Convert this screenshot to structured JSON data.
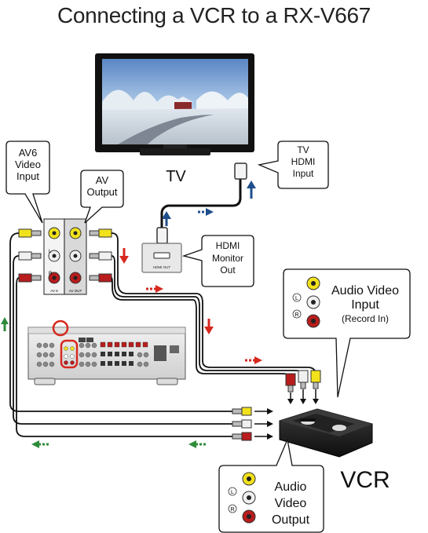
{
  "title": "Connecting a VCR to a RX-V667",
  "tv_label": "TV",
  "vcr_label": "VCR",
  "callouts": {
    "av6_line1": "AV6",
    "av6_line2": "Video",
    "av6_line3": "Input",
    "av_out_line1": "AV",
    "av_out_line2": "Output",
    "tv_hdmi_line1": "TV",
    "tv_hdmi_line2": "HDMI",
    "tv_hdmi_line3": "Input",
    "hdmi_monitor_line1": "HDMI",
    "hdmi_monitor_line2": "Monitor",
    "hdmi_monitor_line3": "Out",
    "vcr_in_line1": "Audio Video",
    "vcr_in_line2": "Input",
    "vcr_in_line3": "(Record In)",
    "vcr_out_line1": "Audio Video",
    "vcr_out_line2": "Output"
  },
  "jack_labels": {
    "left": "L",
    "right": "R",
    "hdmi_out": "HDMI OUT",
    "av_in_panel": "AV 6",
    "av_out_panel": "AV OUT"
  },
  "colors": {
    "yellow": "#f2e21c",
    "white": "#f0f0f0",
    "red": "#b81c1c",
    "arrow_blue": "#1f4e8c",
    "arrow_red": "#d6281e",
    "arrow_green": "#2e8b3a"
  }
}
